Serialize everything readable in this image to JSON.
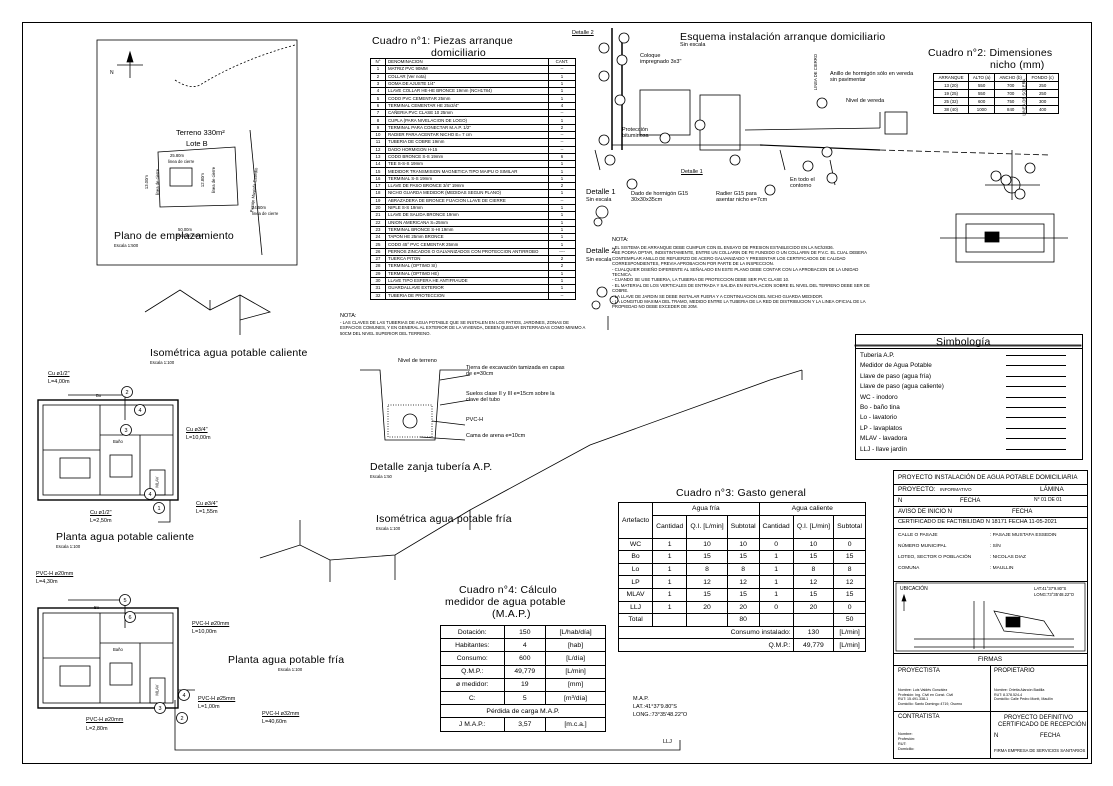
{
  "site_plan": {
    "terreno": "Terreno 330m²",
    "lote": "Lote B",
    "dims": [
      "25.80m",
      "linea de cierre",
      "13.00m",
      "linea de cierre",
      "24.50m",
      "linea de cierre",
      "50.00m",
      "linea de cierre",
      "12.80m",
      "linea de cierre"
    ],
    "street": "Pasaje Mustafa Essedin",
    "title": "Plano de emplazamiento",
    "scale": "Escala 1:500"
  },
  "cuadro1": {
    "title_line1": "Cuadro n°1: Piezas arranque",
    "title_line2": "domiciliario",
    "header": [
      "N°",
      "DENOMINACION",
      "CANT."
    ],
    "rows": [
      [
        "1",
        "MATRIZ PVC 90MM",
        "--"
      ],
      [
        "2",
        "COLLAR (Ver nota)",
        "1"
      ],
      [
        "3",
        "GOMA DE AJUSTE 1/4\"",
        "1"
      ],
      [
        "4",
        "LLAVE COLLAR HE-HE BRONCE 19mm (NCH1784)",
        "1"
      ],
      [
        "5",
        "CODO PVC CEMENTAR 25mm",
        "1"
      ],
      [
        "6",
        "TERMINAL CEMENTAR HE 25x3/4\"",
        "4"
      ],
      [
        "7",
        "CAÑERIA PVC CLASE 10 25mm",
        "--"
      ],
      [
        "8",
        "CUPLA (PARA NIVELACION DE LOGO)",
        "1"
      ],
      [
        "9",
        "TERMINAL PARA CONECTAR M.A.P. 1/2\"",
        "2"
      ],
      [
        "10",
        "RADIER PARA ACENTAR NICHO E= 7 cm",
        "--"
      ],
      [
        "11",
        "TUBERIA DE COBRE 19mm",
        "--"
      ],
      [
        "12",
        "DADO HORMIGON H-15",
        "--"
      ],
      [
        "13",
        "CODO BRONCE S-S 19mm",
        "6"
      ],
      [
        "14",
        "TEE S-S-S 19mm",
        "1"
      ],
      [
        "15",
        "MEDIDOR TRANSMISION MAGNETICA TIPO MAIPU O SIMILAR",
        "1"
      ],
      [
        "16",
        "TERMINAL S-S 19mm",
        "1"
      ],
      [
        "17",
        "LLAVE DE PASO BRONCE 3/4\" 19mm",
        "2"
      ],
      [
        "18",
        "NICHO GUARDA MEDIDOR (MEDIDAS SEGUN PLANO)",
        "1"
      ],
      [
        "19",
        "ABRAZADERA DE BRONCE FIJACION LLAVE DE CIERRE",
        "--"
      ],
      [
        "20",
        "NIPLE S-S 19mm",
        "1"
      ],
      [
        "21",
        "LLAVE DE SALIDA BRONCE 19mm",
        "1"
      ],
      [
        "22",
        "UNION AMERICANA S=25mm",
        "1"
      ],
      [
        "23",
        "TERMINAL BRONCE S-HI 19mm",
        "1"
      ],
      [
        "24",
        "TAPON HE 25mm BRONCE",
        "1"
      ],
      [
        "25",
        "CODO 45° PVC CEMENTAR 25mm",
        "1"
      ],
      [
        "26",
        "PERNOS ZINCADOS O GALVANIZADOS CON PROTECCION ANTIRROBO",
        "----"
      ],
      [
        "27",
        "TUERCA PITON",
        "2"
      ],
      [
        "28",
        "TERMINAL (OPTIMO SI)",
        "2"
      ],
      [
        "29",
        "TERMINAL (OPTIMO HE)",
        "1"
      ],
      [
        "30",
        "LLAVE TIPO ESFERA HE ANTIFRAUDE",
        "1"
      ],
      [
        "31",
        "GUARDALLAVE EXTERIOR",
        "1"
      ],
      [
        "32",
        "TUBERIA DE PROTECCION",
        "--"
      ]
    ]
  },
  "esquema": {
    "title": "Esquema instalación arranque domiciliario",
    "scale": "Sin escala",
    "labels": [
      "Detalle 2",
      "Coloque impregnado 3x3\"",
      "Protección bituminosa",
      "Anillo de hormigón sólo en vereda sin pavimentar",
      "Nivel de vereda",
      "Detalle 1",
      "Dado de hormigón G15 30x30x35cm",
      "Radier G15 para asentar nicho e=7cm",
      "En todo el contorno",
      "LINEA DE CIERRO",
      "LINEA DE SOLERA",
      "Detalle 1",
      "Sin escala",
      "Detalle 2",
      "Sin escala"
    ]
  },
  "cuadro2": {
    "title_line1": "Cuadro n°2: Dimensiones",
    "title_line2": "nicho (mm)",
    "header": [
      "ARRANQUE",
      "ALTO (a)",
      "ANCHO (b)",
      "FONDO (c)"
    ],
    "rows": [
      [
        "13 (20)",
        "550",
        "700",
        "250"
      ],
      [
        "19 (25)",
        "550",
        "700",
        "250"
      ],
      [
        "25 (32)",
        "600",
        "750",
        "300"
      ],
      [
        "38 (40)",
        "1000",
        "840",
        "400"
      ]
    ]
  },
  "nota1": {
    "title": "NOTA:",
    "items": [
      "- EL SISTEMA DE ARRANQUE DEBE CUMPLIR CON EL ENSAYO DE PRESION ESTABLECIDO EN LA NCh2836.",
      "- SE PODRA OPTAR, INDISTINTAMENTE, ENTRE UN COLLARIN DE FE FUNDIDO O UN COLLARIN DE P.V.C. EL CUAL DEBERA CONTEMPLAR ANILLO DE REFUERZO DE ACERO GALVANIZADO Y PRESENTAR LOS CERTIFICADOS DE CALIDAD CORRESPONDIENTES, PREVIA APROBACION POR PARTE DE LA INSPECCION.",
      "- CUALQUIER DISEÑO DIFERENTE AL SEÑALADO EN ESTE PLANO DEBE CONTAR CON LA APROBACION DE LA UNIDAD TECNICA.",
      "- CUANDO SE USE TUBERIA, LA TUBERIA DE PROTECCION DEBE SER PVC CLASE 10.",
      "- EL MATERIAL DE LOS VERTICALES DE ENTRADA Y SALIDA EN INSTALACION SOBRE EL NIVEL DEL TERRENO DEBE SER DE COBRE.",
      "- LA LLAVE DE JARDIN SE DEBE INSTALAR FUERA Y A CONTINUACION DEL NICHO GUARDA MEDIDOR.",
      "- LA LONGITUD MAXIMA DEL TRAMO, MEDIDO ENTRE LA TUBERIA DE LA RED DE DISTRIBUCION Y LA LINEA OFICIAL DE LA PROPIEDAD NO DEBE EXCEDER DE 20M."
    ]
  },
  "nota2": {
    "title": "NOTA:",
    "text": "- LAS CLAVES DE LAS TUBERIAS DE AGUA POTABLE QUE SE INSTALEN EN LOS PATIOS, JARDINES, ZONAS DE ESPACIOS COMUNES, Y EN GENERAL AL EXTERIOR DE LA VIVIENDA, DEBEN QUEDAR ENTERRADAS COMO MINIMO A 50CM DEL NIVEL SUPERIOR DEL TERRENO."
  },
  "zanja": {
    "title": "Detalle zanja tubería A.P.",
    "scale": "Escala 1:50",
    "labels": [
      "Nivel de terreno",
      "Tierra de excavación tamizada en capas de e=30cm",
      "Suelos clase II y III e=15cm sobre la clave del tubo",
      "PVC-H",
      "Cama de arena e=10cm"
    ]
  },
  "iso_caliente": {
    "title": "Isométrica agua potable caliente",
    "scale": "Escala 1:100"
  },
  "iso_fria": {
    "title": "Isométrica agua potable fría",
    "scale": "Escala 1:100"
  },
  "planta_caliente": {
    "title": "Planta agua potable caliente",
    "scale": "Escala 1:100",
    "labels": [
      "Cu ø1/2\"",
      "L=4,00m",
      "Cu ø3/4\"",
      "L=10,00m",
      "Cu ø3/4\"",
      "L=1,55m",
      "Cu ø1/2\"",
      "L=2,50m",
      "Bo",
      "Baño",
      "MLAV"
    ]
  },
  "planta_fria": {
    "title": "Planta agua potable fría",
    "scale": "Escala 1:100",
    "labels": [
      "PVC-H ø20mm",
      "L=4,30m",
      "PVC-H ø20mm",
      "L=10,00m",
      "PVC-H ø25mm",
      "L=1,00m",
      "PVC-H ø20mm",
      "L=2,80m",
      "PVC-H ø32mm",
      "L=40,60m",
      "Bo",
      "Baño",
      "MLAV"
    ]
  },
  "map_point": {
    "label": "M.A.P.",
    "lat": "LAT.:41°37'9.80\"S",
    "long": "LONG.:73°35'48.22\"O",
    "llj": "LLJ"
  },
  "simbologia": {
    "title": "Simbología",
    "items": [
      "Tubería A.P.",
      "Medidor de Agua Potable",
      "Llave de paso (agua fría)",
      "Llave de paso (agua caliente)",
      "WC - inodoro",
      "Bo - baño tina",
      "Lo - lavatorio",
      "LP - lavaplatos",
      "MLAV - lavadora",
      "LLJ - llave jardín"
    ]
  },
  "cuadro3": {
    "title": "Cuadro n°3: Gasto general",
    "group_fria": "Agua fría",
    "group_caliente": "Agua caliente",
    "col_artefacto": "Artefacto",
    "cols": [
      "Cantidad",
      "Q.I. [L/min]",
      "Subtotal",
      "Cantidad",
      "Q.I. [L/min]",
      "Subtotal"
    ],
    "rows": [
      [
        "WC",
        "1",
        "10",
        "10",
        "0",
        "10",
        "0"
      ],
      [
        "Bo",
        "1",
        "15",
        "15",
        "1",
        "15",
        "15"
      ],
      [
        "Lo",
        "1",
        "8",
        "8",
        "1",
        "8",
        "8"
      ],
      [
        "LP",
        "1",
        "12",
        "12",
        "1",
        "12",
        "12"
      ],
      [
        "MLAV",
        "1",
        "15",
        "15",
        "1",
        "15",
        "15"
      ],
      [
        "LLJ",
        "1",
        "20",
        "20",
        "0",
        "20",
        "0"
      ]
    ],
    "total_label": "Total",
    "total_fria": "80",
    "total_caliente": "50",
    "consumo_label": "Consumo instalado:",
    "consumo_val": "130",
    "consumo_unit": "[L/min]",
    "qmp_label": "Q.M.P.:",
    "qmp_val": "49,779",
    "qmp_unit": "[L/min]"
  },
  "cuadro4": {
    "title_line1": "Cuadro n°4: Cálculo",
    "title_line2": "medidor de agua potable",
    "title_line3": "(M.A.P.)",
    "rows": [
      [
        "Dotación:",
        "150",
        "[L/hab/día]"
      ],
      [
        "Habitantes:",
        "4",
        "[hab]"
      ],
      [
        "Consumo:",
        "600",
        "[L/día]"
      ],
      [
        "Q.M.P.:",
        "49,779",
        "[L/min]"
      ],
      [
        "ø medidor:",
        "19",
        "[mm]"
      ],
      [
        "C:",
        "5",
        "[m³/día]"
      ]
    ],
    "perdida": "Pérdida de carga M.A.P.",
    "jmap": [
      "J M.A.P.:",
      "3,57",
      "[m.c.a.]"
    ]
  },
  "title_block": {
    "proyecto": "PROYECTO INSTALACIÓN DE AGUA POTABLE DOMICILIARIA",
    "proyecto_tipo": "PROYECTO:",
    "proyecto_val": "INFORMATIVO",
    "lamina": "LÁMINA",
    "n_label": "N",
    "fecha_label": "FECHA",
    "lamina_val": "N° 01 DE 01",
    "aviso": "AVISO DE INICIO N",
    "aviso_fecha": "FECHA",
    "cert": "CERTIFICADO DE FACTIBILIDAD N 18171 FECHA 11-05-2021",
    "info": [
      [
        "CALLE O PASAJE",
        ": PASAJE MUSTAFA ESSEDIN"
      ],
      [
        "NÚMERO MUNICIPAL",
        ": S/N"
      ],
      [
        "LOTEO, SECTOR O POBLACIÓN",
        ": NICOLAS DIAZ"
      ],
      [
        "COMUNA",
        ": MAULLIN"
      ]
    ],
    "ubicacion": "UBICACIÓN",
    "ubic_coords": [
      "LAT:41°37'9.80\"S",
      "LONG:73°35'48.22\"O"
    ],
    "firmas": "FIRMAS",
    "proyectista": "PROYECTISTA",
    "propietario": "PROPIETARIO",
    "proyectista_info": [
      "Nombre: Luis Valdés González",
      "Profesión: Ing. Civil en Const. Civil",
      "RUT: 15.491.338-1",
      "Domicilio: Santo Domingo 4719, Osorno"
    ],
    "propietario_info": [
      "Nombre: Orietta Alarcón Badilla",
      "RUT: 8.378.524-4",
      "Domicilio: Calle Pedro Montt, Maullín"
    ],
    "contratista": "CONTRATISTA",
    "contratista_fields": [
      "Nombre:",
      "Profesión:",
      "RUT:",
      "Domicilio:"
    ],
    "proyecto_def": "PROYECTO DEFINITIVO",
    "cert_recep": "CERTIFICADO DE RECEPCIÓN",
    "cr_n": "N",
    "cr_fecha": "FECHA",
    "firma_empresa": "FIRMA EMPRESA DE SERVICIOS SANITARIOS"
  },
  "callout_numbers": [
    "1",
    "2",
    "3",
    "4",
    "5",
    "6"
  ]
}
